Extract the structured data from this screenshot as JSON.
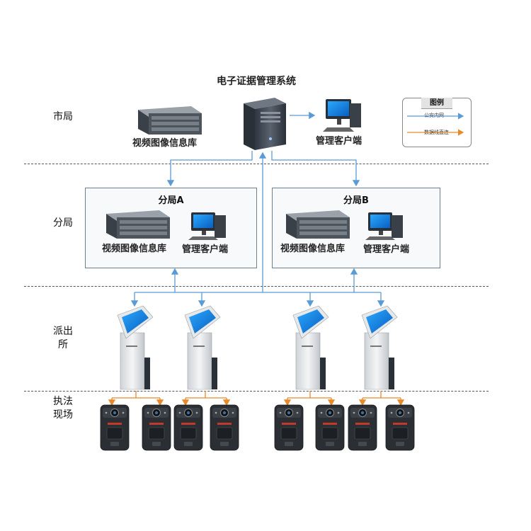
{
  "tiers": {
    "city": "市局",
    "branch": "分局",
    "station": "派出所",
    "field": "执法现场"
  },
  "top": {
    "system_title": "电子证据管理系统",
    "video_db": "视频图像信息库",
    "client": "管理客户端"
  },
  "branch_a": {
    "title": "分局A",
    "video_db": "视频图像信息库",
    "client": "管理客户端"
  },
  "branch_b": {
    "title": "分局B",
    "video_db": "视频图像信息库",
    "client": "管理客户端"
  },
  "legend": {
    "title": "图例",
    "items": [
      {
        "label": "公安内网",
        "color": "#5b9bd5"
      },
      {
        "label": "数据线直连",
        "color": "#e8892b"
      }
    ]
  },
  "icons": {
    "server": "server-tower-icon",
    "storage": "rack-storage-icon",
    "pc": "desktop-computer-icon",
    "kiosk": "collection-station-kiosk-icon",
    "camera": "body-worn-camera-icon"
  },
  "colors": {
    "network": "#5b9bd5",
    "usb": "#e8892b"
  }
}
